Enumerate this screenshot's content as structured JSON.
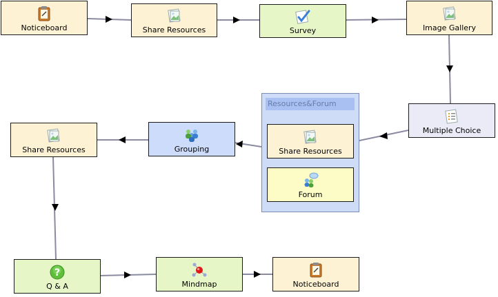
{
  "nodes": {
    "noticeboard_1": "Noticeboard",
    "share_resources_1": "Share Resources",
    "survey": "Survey",
    "image_gallery": "Image Gallery",
    "multiple_choice": "Multiple Choice",
    "share_resources_2": "Share Resources",
    "forum": "Forum",
    "grouping": "Grouping",
    "share_resources_3": "Share Resources",
    "qa": "Q & A",
    "mindmap": "Mindmap",
    "noticeboard_2": "Noticeboard"
  },
  "container": {
    "title": "Resources&Forum"
  },
  "edges": [
    [
      "noticeboard_1",
      "share_resources_1"
    ],
    [
      "share_resources_1",
      "survey"
    ],
    [
      "survey",
      "image_gallery"
    ],
    [
      "image_gallery",
      "multiple_choice"
    ],
    [
      "multiple_choice",
      "resources_forum"
    ],
    [
      "resources_forum",
      "grouping"
    ],
    [
      "grouping",
      "share_resources_3"
    ],
    [
      "share_resources_3",
      "qa"
    ],
    [
      "qa",
      "mindmap"
    ],
    [
      "mindmap",
      "noticeboard_2"
    ]
  ],
  "icons": {
    "noticeboard": "clipboard-icon",
    "share_resources": "picture-icon",
    "survey": "checkmark-form-icon",
    "image_gallery": "picture-icon",
    "multiple_choice": "checklist-icon",
    "grouping": "group-users-icon",
    "forum": "users-speech-icon",
    "qa": "question-mark-icon",
    "mindmap": "molecule-icon"
  },
  "colors": {
    "edge": "#8a8aa0",
    "arrow": "#000000",
    "activity_yellow": "#fdf2d4",
    "activity_green": "#e6f6c6",
    "activity_lavender": "#ebebf7",
    "activity_blue": "#cddcfb",
    "activity_lightyellow": "#fdfcc6",
    "container": "#cfdcf7"
  }
}
